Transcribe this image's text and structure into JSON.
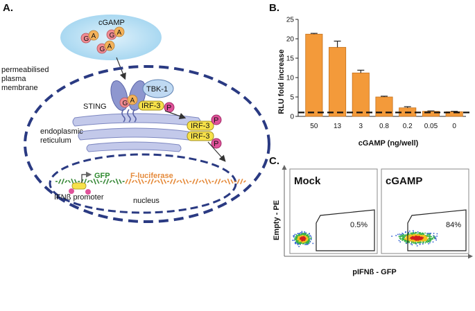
{
  "panel_a": {
    "label": "A.",
    "cgamp_label": "cGAMP",
    "molecule_letters": {
      "g": "G",
      "a": "A"
    },
    "membrane_label": [
      "permeabilised",
      "plasma",
      "membrane"
    ],
    "sting_label": "STING",
    "tbk1_label": "TBK-1",
    "irf3_label": "IRF-3",
    "phospho_label": "P",
    "er_label": [
      "endoplasmic",
      "reticulum"
    ],
    "gfp_label": "GFP",
    "luciferase_label": "F-luciferase",
    "promoter_label": "IFNß promoter",
    "nucleus_label": "nucleus",
    "colors": {
      "cgamp_cloud": "#bfe3f6",
      "molecule_g": "#f08b92",
      "molecule_a": "#f4b25a",
      "sting": "#8e97cf",
      "tbk1": "#bfd9f2",
      "irf3": "#f7e14a",
      "phospho": "#e0529a",
      "er": "#c3c9ea",
      "membrane": "#2a3a82",
      "dna_green": "#3a8a3a",
      "dna_orange": "#e58a3a"
    }
  },
  "panel_b": {
    "label": "B.",
    "chart_data": {
      "type": "bar",
      "categories": [
        "50",
        "13",
        "3",
        "0.8",
        "0.2",
        "0.05",
        "0"
      ],
      "values": [
        21.2,
        17.8,
        11.2,
        5.0,
        2.2,
        1.3,
        1.2
      ],
      "errors": [
        0.2,
        1.6,
        0.7,
        0.2,
        0.3,
        0.1,
        0.1
      ],
      "ylim": [
        0,
        25
      ],
      "yticks": [
        "0",
        "5",
        "10",
        "15",
        "20",
        "25"
      ],
      "xlabel": "cGAMP (ng/well)",
      "ylabel": "RLU fold increase",
      "baseline_value": 1.0,
      "bar_color": "#f39a3a"
    }
  },
  "panel_c": {
    "label": "C.",
    "plots": [
      {
        "title": "Mock",
        "percent": "0.5%"
      },
      {
        "title": "cGAMP",
        "percent": "84%"
      }
    ],
    "ylabel": "Empty - PE",
    "xlabel": "pIFNß - GFP"
  }
}
